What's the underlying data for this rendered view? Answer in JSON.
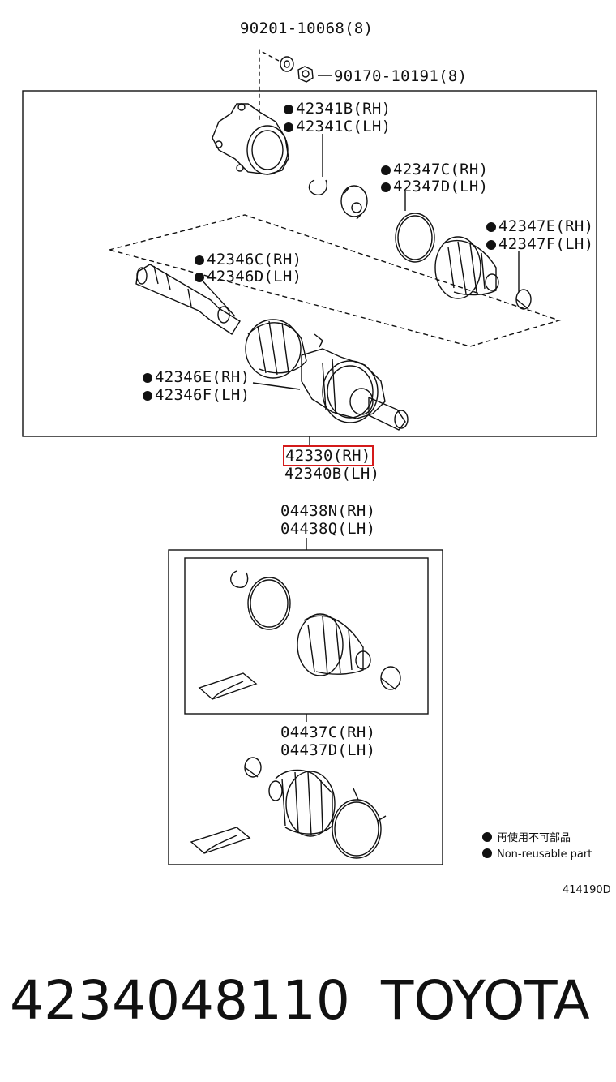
{
  "labels": {
    "nut": "90201-10068(8)",
    "washer": "90170-10191(8)",
    "bearing_rh": "42341B(RH)",
    "bearing_lh": "42341C(LH)",
    "clamp_upper_rh": "42347C(RH)",
    "clamp_upper_lh": "42347D(LH)",
    "clamp_lower_rh": "42347E(RH)",
    "clamp_lower_lh": "42347F(LH)",
    "boot_clamp_rh": "42346C(RH)",
    "boot_clamp_lh": "42346D(LH)",
    "boot_band_rh": "42346E(RH)",
    "boot_band_lh": "42346F(LH)",
    "shaft_rh": "42330(RH)",
    "shaft_lh": "42340B(LH)",
    "kit_outer_rh": "04438N(RH)",
    "kit_outer_lh": "04438Q(LH)",
    "kit_inner_rh": "04437C(RH)",
    "kit_inner_lh": "04437D(LH)"
  },
  "legend": {
    "jp": "再使用不可部品",
    "en": "Non-reusable part"
  },
  "diagram_code": "414190D",
  "footer": {
    "part_number": "4234048110",
    "brand": "TOYOTA"
  },
  "colors": {
    "highlight": "#d41a1a",
    "ink": "#111111"
  }
}
